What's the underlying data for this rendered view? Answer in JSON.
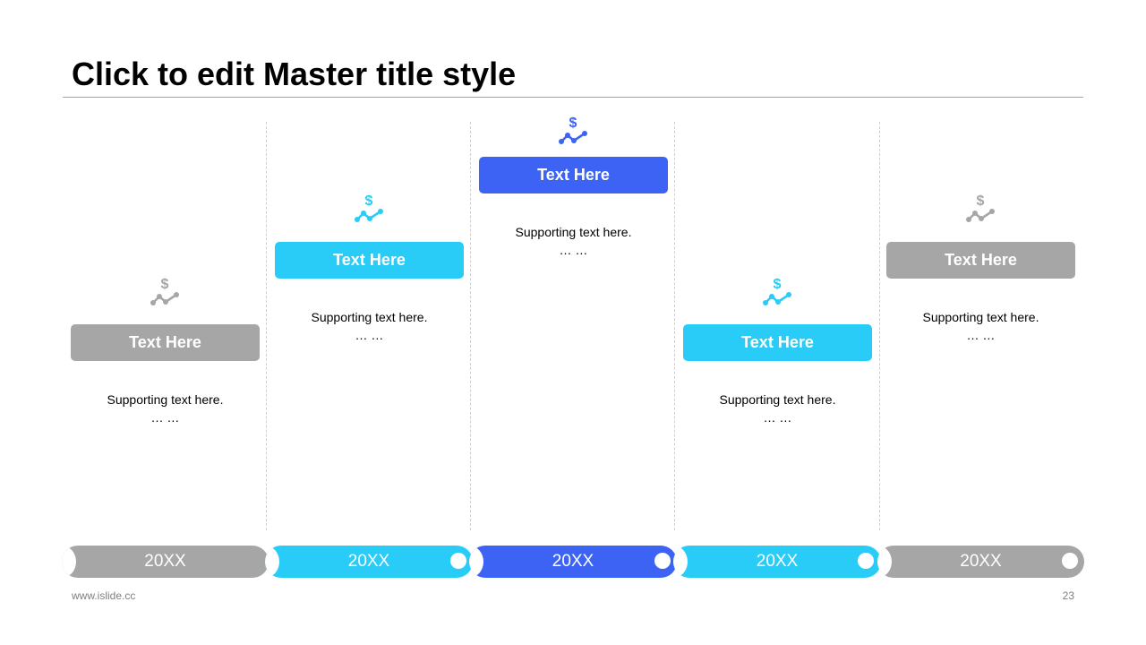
{
  "slide": {
    "title": "Click to edit Master title style",
    "footer_url": "www.islide.cc",
    "page_number": "23"
  },
  "colors": {
    "gray": "#a6a6a6",
    "cyan": "#29ccf7",
    "blue": "#3d63f5"
  },
  "columns": [
    {
      "label": "Text Here",
      "support": "Supporting  text here.",
      "ellipsis": "… …",
      "color": "#a6a6a6",
      "icon": "dollar-trend-icon"
    },
    {
      "label": "Text Here",
      "support": "Supporting  text here.",
      "ellipsis": "… …",
      "color": "#29ccf7",
      "icon": "dollar-trend-icon"
    },
    {
      "label": "Text Here",
      "support": "Supporting  text here.",
      "ellipsis": "… …",
      "color": "#3d63f5",
      "icon": "dollar-trend-icon"
    },
    {
      "label": "Text Here",
      "support": "Supporting  text here.",
      "ellipsis": "… …",
      "color": "#29ccf7",
      "icon": "dollar-trend-icon"
    },
    {
      "label": "Text Here",
      "support": "Supporting  text here.",
      "ellipsis": "… …",
      "color": "#a6a6a6",
      "icon": "dollar-trend-icon"
    }
  ],
  "timeline": [
    {
      "year": "20XX",
      "color": "#a6a6a6"
    },
    {
      "year": "20XX",
      "color": "#29ccf7"
    },
    {
      "year": "20XX",
      "color": "#3d63f5"
    },
    {
      "year": "20XX",
      "color": "#29ccf7"
    },
    {
      "year": "20XX",
      "color": "#a6a6a6"
    }
  ]
}
